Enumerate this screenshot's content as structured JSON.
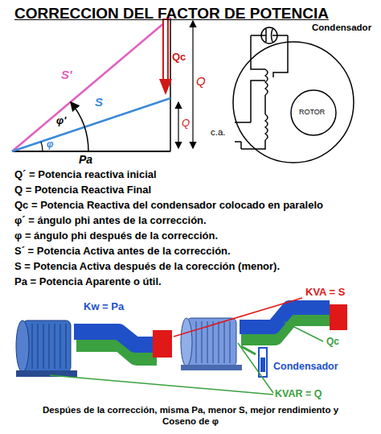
{
  "diagram": {
    "title": "CORRECCION DEL FACTOR DE POTENCIA",
    "caption": "Despúes de la corrección, misma Pa, menor S, mejor rendimiento y Coseno de φ",
    "labels": [
      "Condensador",
      "S'",
      "φ'",
      "S",
      "φ",
      "Pa",
      "Qc",
      "Q",
      "Q",
      "c.a.",
      "ROTOR",
      "Q´ = Potencia reactiva inicial",
      "Q = Potencia Reactiva Final",
      "Qc = Potencia Reactiva del condensador colocado en paralelo",
      "φ´ = ángulo phi antes de la corrección.",
      "φ = ángulo phi después de la corrección.",
      "S´ = Potencia Activa antes de la corrección.",
      "S = Potencia Activa después de la corección (menor).",
      "Pa = Potencia Aparente o útil.",
      "Kw = Pa",
      "KVA = S",
      "Qc",
      "Condensador",
      "KVAR = Q"
    ]
  }
}
